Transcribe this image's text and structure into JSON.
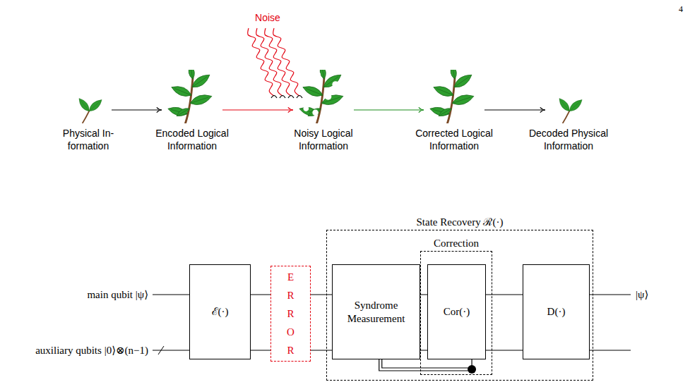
{
  "diagram": {
    "nodes": [
      {
        "text": [
          "Physical In- formation"
        ]
      },
      {
        "text": [
          "Encoded Logical Information"
        ]
      },
      {
        "text": [
          "Noisy Logical Information"
        ]
      },
      {
        "text": [
          "Corrected Logical Information"
        ]
      },
      {
        "text": [
          "Decoded Physical Information"
        ]
      },
      {
        "text": [
          "ℰ(·)"
        ]
      },
      {
        "text": [
          "E R R O R"
        ]
      },
      {
        "text": [
          "State Recovery ℛ(·)"
        ]
      },
      {
        "text": [
          "Syndrome Measurement"
        ],
        "in": 7
      },
      {
        "text": [
          "Correction"
        ],
        "in": 7
      },
      {
        "text": [
          "Cor(·)"
        ],
        "in": 9
      },
      {
        "text": [
          "D(·)"
        ],
        "in": 7
      }
    ],
    "edges": [
      {
        "from": 0,
        "to": 1,
        "arrow": "to"
      },
      {
        "from": 1,
        "to": 2,
        "arrow": "to"
      },
      {
        "from": 2,
        "to": 3,
        "arrow": "to"
      },
      {
        "from": 3,
        "to": 4,
        "arrow": "to"
      },
      {
        "from": 5,
        "to": 6,
        "arrow": "none"
      },
      {
        "from": 6,
        "to": 8,
        "arrow": "none"
      },
      {
        "from": 8,
        "to": 10,
        "arrow": "none"
      },
      {
        "from": 10,
        "to": 11,
        "arrow": "none"
      },
      {
        "from": 8,
        "to": 10,
        "arrow": "none"
      }
    ],
    "labels": [
      "4",
      "Noise",
      "main qubit |ψ⟩",
      "auxiliary qubits |0⟩⊗(n−1)",
      "|ψ⟩"
    ]
  }
}
